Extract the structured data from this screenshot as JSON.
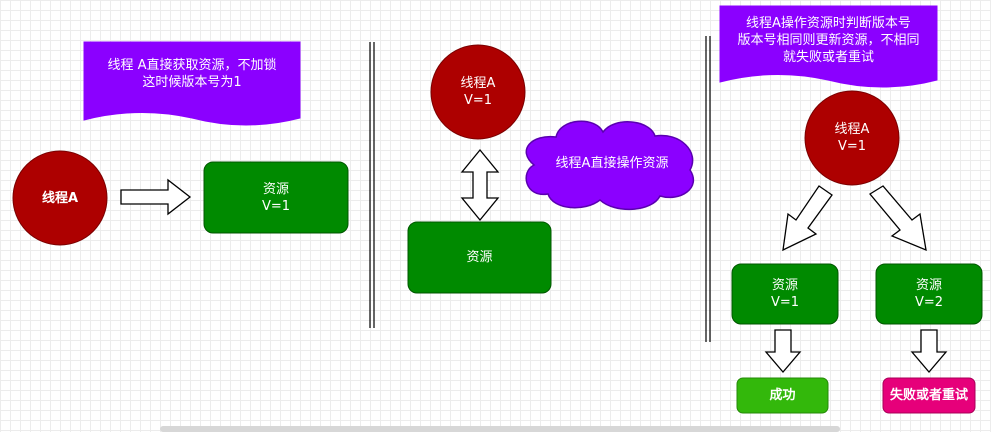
{
  "colors": {
    "thread_fill": "#ad0000",
    "thread_stroke": "#7a0000",
    "resource_fill": "#008a00",
    "resource_stroke": "#005700",
    "note_fill": "#8b00ff",
    "success_fill": "#33b80b",
    "fail_fill": "#e6007a",
    "arrow_stroke": "#000000",
    "arrow_fill": "#ffffff"
  },
  "panel1": {
    "note": "线程 A直接获取资源，不加锁\n这时候版本号为1",
    "thread": "线程A",
    "resource": "资源\nV=1"
  },
  "panel2": {
    "thread": "线程A\nV=1",
    "cloud": "线程A直接操作资源",
    "resource": "资源"
  },
  "panel3": {
    "note": "线程A操作资源时判断版本号\n版本号相同则更新资源，不相同\n就失败或者重试",
    "thread": "线程A\nV=1",
    "resource_left": "资源\nV=1",
    "resource_right": "资源\nV=2",
    "success": "成功",
    "fail": "失败或者重试"
  }
}
